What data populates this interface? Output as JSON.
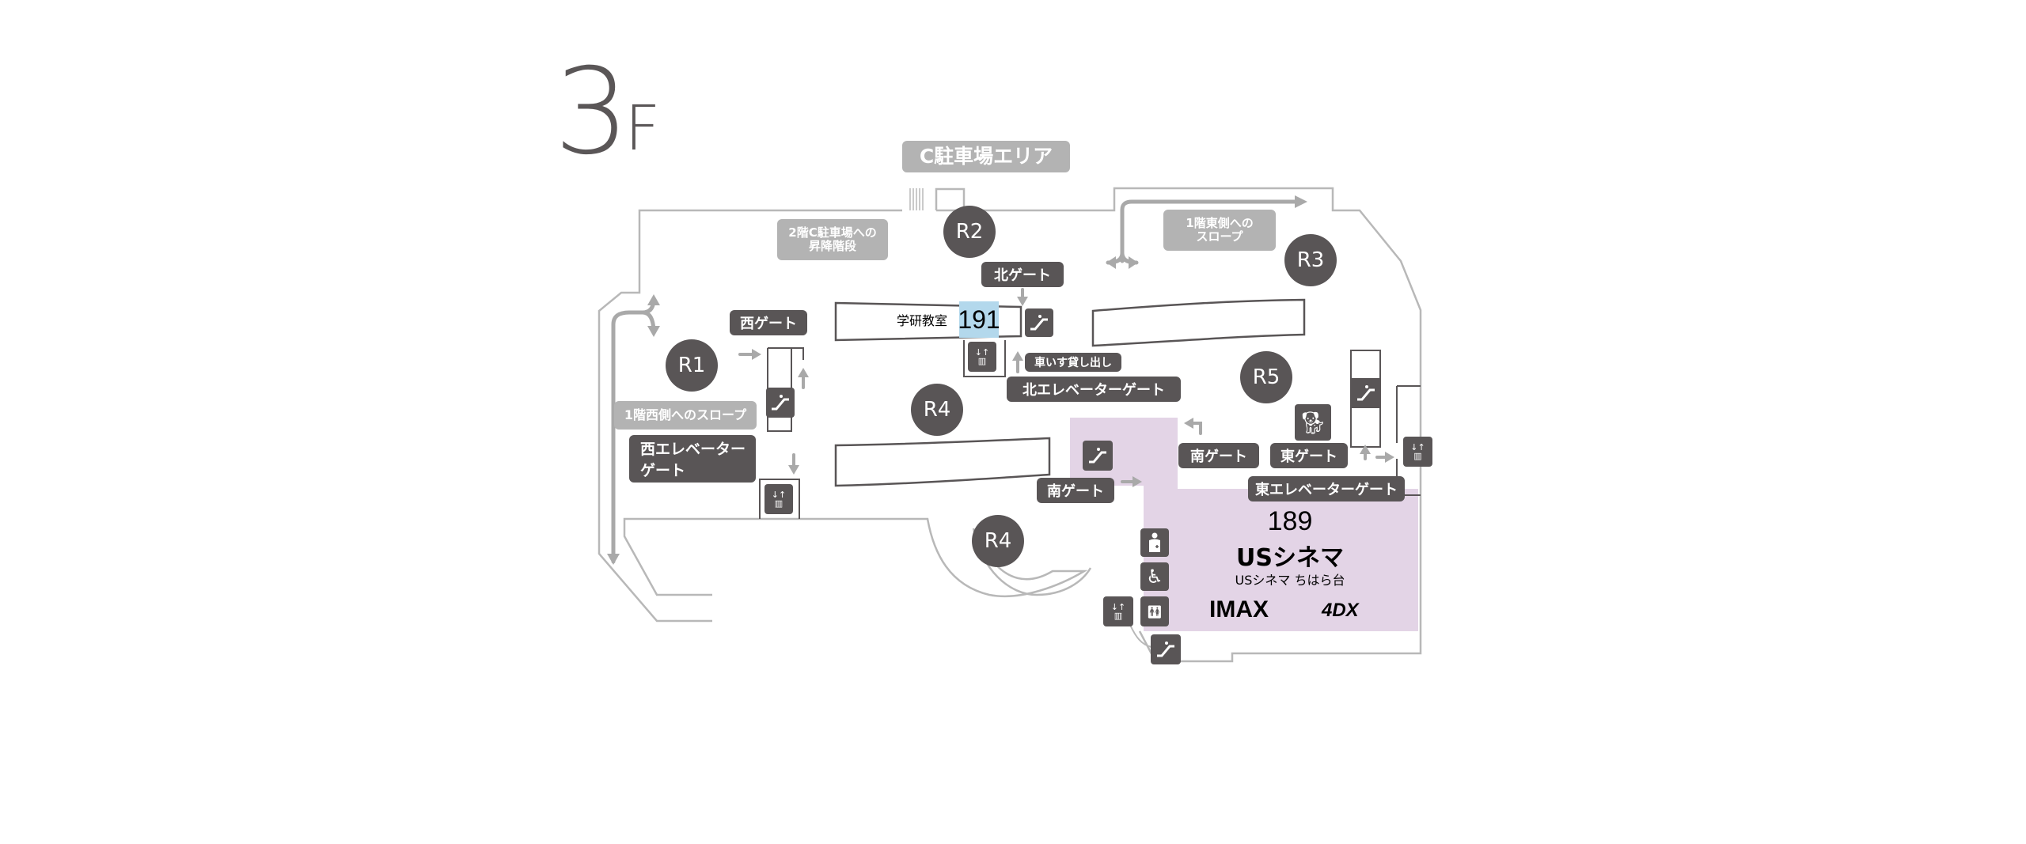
{
  "floor": {
    "number": "3",
    "suffix": "F"
  },
  "colors": {
    "wall": "#b8b8b8",
    "dark_label": "#595556",
    "light_label": "#b3b3b3",
    "cinema_area": "#e3d4e6",
    "highlight_191": "#b3d8ec",
    "arrow": "#a9a9a9"
  },
  "area_labels": {
    "c_parking": "C駐車場エリア",
    "stairs_2f_c": [
      "2階C駐車場への",
      "昇降階段"
    ],
    "slope_east_1f": [
      "1階東側への",
      "スロープ"
    ],
    "slope_west_1f": "1階西側へのスロープ"
  },
  "gates": {
    "north": "北ゲート",
    "west": "西ゲート",
    "north_elevator": "北エレベーターゲート",
    "west_elevator": [
      "西エレベーター",
      "ゲート"
    ],
    "south_right": "南ゲート",
    "south_left": "南ゲート",
    "east": "東ゲート",
    "east_elevator": "東エレベーターゲート"
  },
  "services": {
    "wheelchair_rental": "車いす貸し出し"
  },
  "zones": [
    {
      "id": "R1"
    },
    {
      "id": "R2"
    },
    {
      "id": "R3"
    },
    {
      "id": "R4"
    },
    {
      "id": "R5"
    },
    {
      "id": "R4"
    }
  ],
  "shops": {
    "gakken": {
      "name": "学研教室",
      "number": "191"
    },
    "cinema": {
      "number": "189",
      "name": "USシネマ",
      "subname": "USシネマ ちはら台",
      "logos": [
        "IMAX",
        "4DX"
      ]
    }
  },
  "icons": [
    "escalator-icon",
    "elevator-icon",
    "dog-icon",
    "nursing-room-icon",
    "wheelchair-icon",
    "restroom-icon"
  ]
}
